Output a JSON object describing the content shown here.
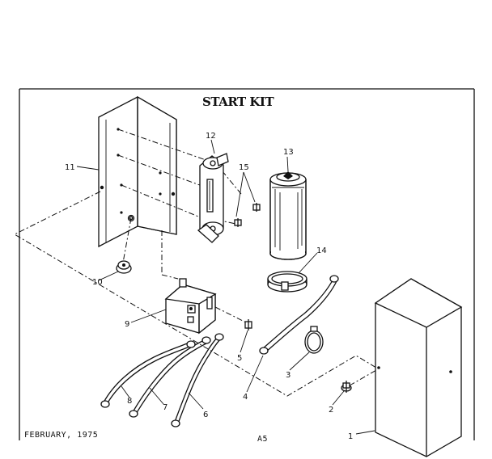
{
  "diagram": {
    "title": "START KIT",
    "footer_date": "FEBRUARY, 1975",
    "footer_page": "A5",
    "callouts": [
      {
        "key": "c1",
        "label": "1"
      },
      {
        "key": "c2",
        "label": "2"
      },
      {
        "key": "c3",
        "label": "3"
      },
      {
        "key": "c4",
        "label": "4"
      },
      {
        "key": "c5",
        "label": "5"
      },
      {
        "key": "c6",
        "label": "6"
      },
      {
        "key": "c7",
        "label": "7"
      },
      {
        "key": "c8",
        "label": "8"
      },
      {
        "key": "c9",
        "label": "9"
      },
      {
        "key": "c10",
        "label": "10"
      },
      {
        "key": "c11",
        "label": "11"
      },
      {
        "key": "c12",
        "label": "12"
      },
      {
        "key": "c13",
        "label": "13"
      },
      {
        "key": "c14",
        "label": "14"
      },
      {
        "key": "c15",
        "label": "15"
      }
    ],
    "colors": {
      "ink": "#111111",
      "paper": "#ffffff"
    }
  }
}
